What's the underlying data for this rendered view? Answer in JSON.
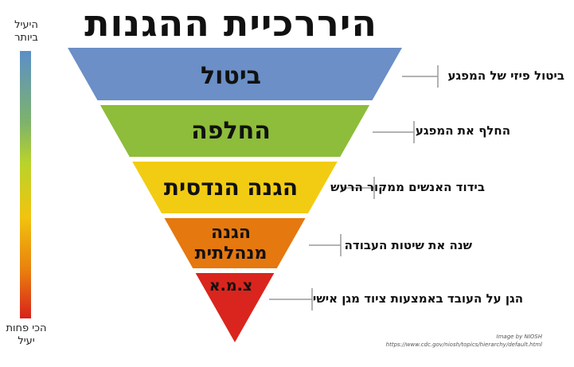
{
  "title": "היררכיית ההגנות",
  "scale": {
    "top_label": "היעיל ביותר",
    "bottom_label": "הכי פחות יעיל",
    "colors": [
      "#5b8fc8",
      "#7fb36a",
      "#b9d32b",
      "#f1c40f",
      "#e9800e",
      "#d8211c"
    ]
  },
  "levels": [
    {
      "label": "ביטול",
      "description": "ביטול פיזי של המפגע",
      "color": "#6b8fc6"
    },
    {
      "label": "החלפה",
      "description": "החלף את המפגע",
      "color": "#8dbd3a"
    },
    {
      "label": "הגנה הנדסית",
      "description": "בידוד האנשים ממקור הרעש",
      "color": "#f2cc12"
    },
    {
      "label": "הגנה מנהלתית",
      "description": "שנה את שיטות העבודה",
      "color": "#e5780f"
    },
    {
      "label": "צ.מ.א",
      "description": "הגן על העובד באמצעות ציוד מגן אישי",
      "color": "#d9251d"
    }
  ],
  "credit": {
    "source": "Image by NIOSH",
    "url": "https://www.cdc.gov/niosh/topics/hierarchy/default.html"
  }
}
